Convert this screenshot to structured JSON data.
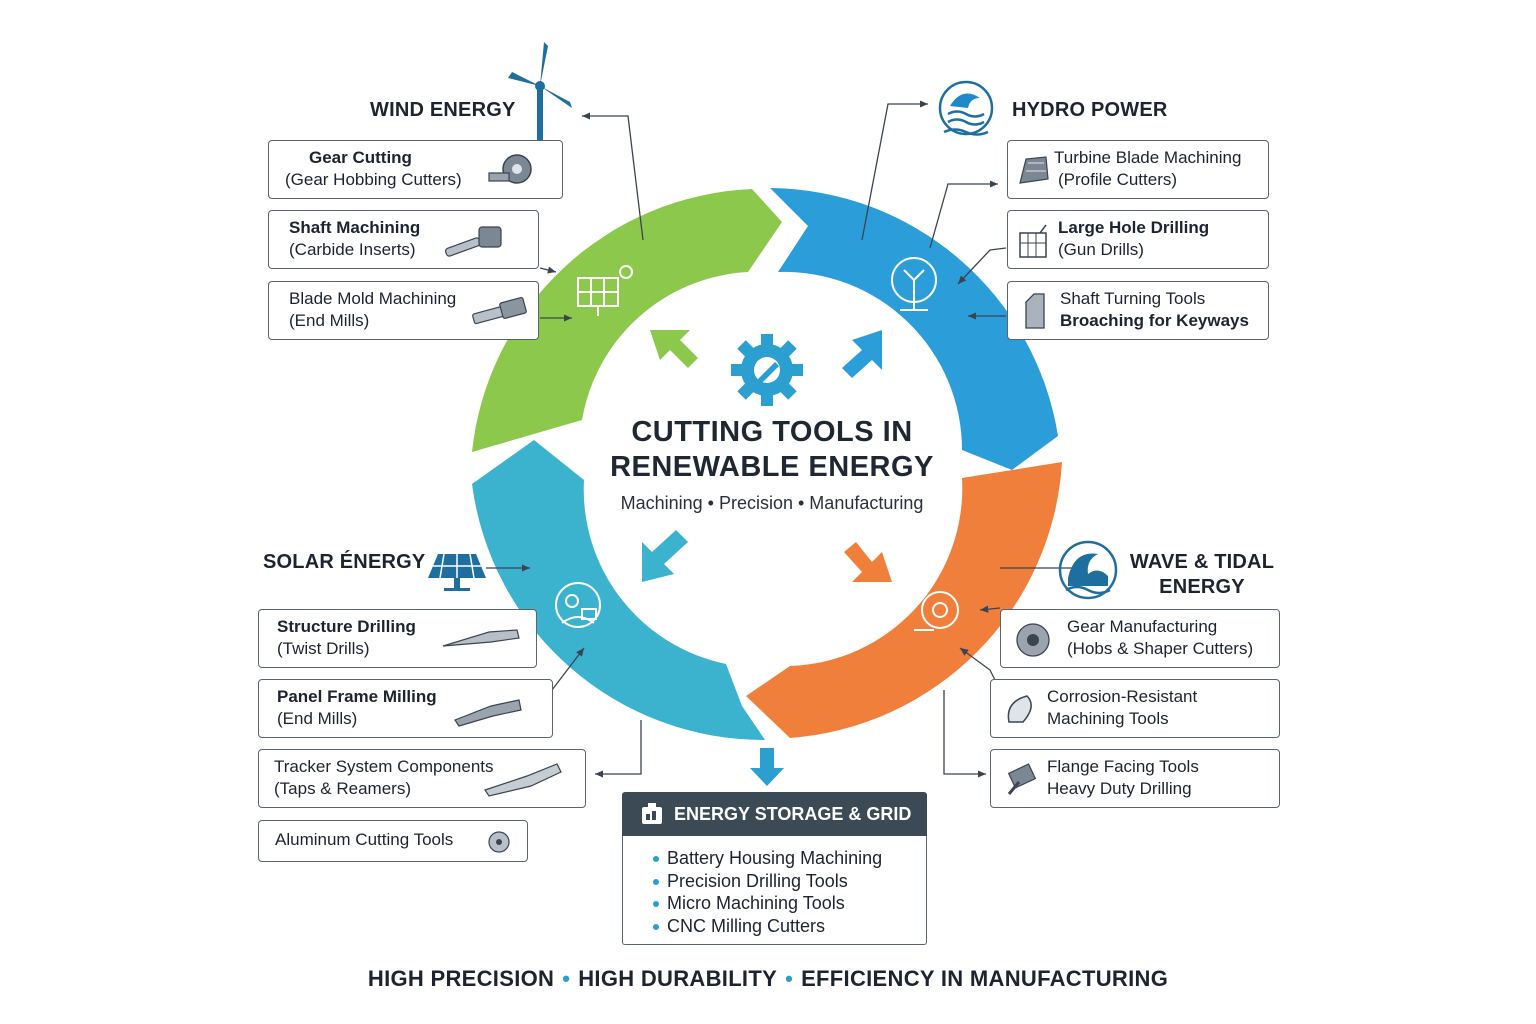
{
  "center": {
    "title_line1": "CUTTING TOOLS IN",
    "title_line2": "RENEWABLE ENERGY",
    "subtitle": "Machining • Precision • Manufacturing"
  },
  "colors": {
    "wind_green": "#8cc84b",
    "hydro_blue": "#2b9ed9",
    "solar_teal": "#3bb3cf",
    "wave_orange": "#f07f3c",
    "dark_header": "#3b4a55",
    "accent": "#2a9fd0"
  },
  "wind": {
    "title": "WIND ENERGY",
    "icon": "wind-turbine-icon",
    "items": [
      {
        "line1": "Gear Cutting",
        "line2": "(Gear Hobbing Cutters)",
        "icon": "gear-hob-icon"
      },
      {
        "line1": "Shaft Machining",
        "line2": "(Carbide Inserts)",
        "icon": "shaft-tool-icon"
      },
      {
        "line1": "Blade Mold Machining",
        "line2": "(End Mills)",
        "icon": "end-mill-icon"
      }
    ]
  },
  "hydro": {
    "title": "HYDRO POWER",
    "icon": "water-wave-icon",
    "items": [
      {
        "line1": "Turbine Blade Machining",
        "line2": "(Profile Cutters)",
        "icon": "profile-cutter-icon"
      },
      {
        "line1": "Large Hole Drilling",
        "line2": "(Gun Drills)",
        "icon": "gun-drill-icon"
      },
      {
        "line1": "Shaft Turning Tools",
        "line2": "Broaching for Keyways",
        "icon": "broach-icon"
      }
    ]
  },
  "solar": {
    "title": "SOLAR ÉNERGY",
    "icon": "solar-array-icon",
    "items": [
      {
        "line1": "Structure Drilling",
        "line2": "(Twist Drills)",
        "icon": "twist-drill-icon"
      },
      {
        "line1": "Panel Frame Milling",
        "line2": "(End Mills)",
        "icon": "end-mill-icon"
      },
      {
        "line1": "Tracker System Components",
        "line2": "(Taps & Reamers)",
        "icon": "reamer-icon"
      },
      {
        "line1": "Aluminum Cutting Tools",
        "line2": "",
        "icon": "milling-head-icon"
      }
    ]
  },
  "wave": {
    "title_line1": "WAVE & TIDAL",
    "title_line2": "ENERGY",
    "icon": "tidal-wave-icon",
    "items": [
      {
        "line1": "Gear Manufacturing",
        "line2": "(Hobs & Shaper Cutters)",
        "icon": "hob-cutter-icon"
      },
      {
        "line1": "Corrosion-Resistant",
        "line2": "Machining Tools",
        "icon": "insert-icon"
      },
      {
        "line1": "Flange Facing Tools",
        "line2": "Heavy Duty Drilling",
        "icon": "flange-tool-icon"
      }
    ]
  },
  "storage": {
    "title": "ENERGY STORAGE & GRID",
    "icon": "battery-icon",
    "items": [
      "Battery Housing Machining",
      "Precision Drilling Tools",
      "Micro Machining Tools",
      "CNC Milling Cutters"
    ]
  },
  "footer": {
    "part1": "HIGH PRECISION",
    "part2": "HIGH DURABILITY",
    "part3": "EFFICIENCY IN MANUFACTURING"
  }
}
